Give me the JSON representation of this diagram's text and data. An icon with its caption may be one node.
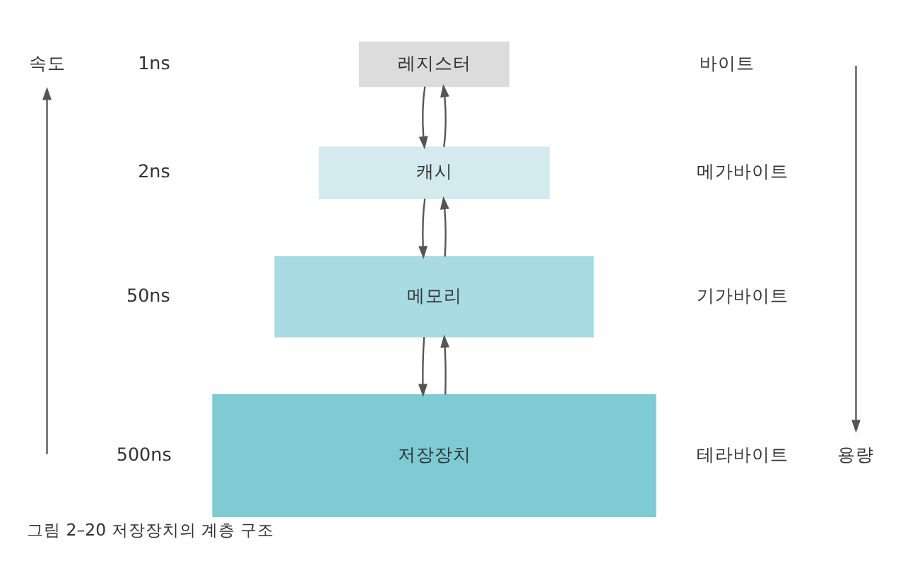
{
  "diagram": {
    "caption": "그림 2–20 저장장치의 계층 구조",
    "nodes": [
      {
        "text": [
          "레지스터"
        ]
      },
      {
        "text": [
          "캐시"
        ]
      },
      {
        "text": [
          "메모리"
        ]
      },
      {
        "text": [
          "저장장치"
        ]
      }
    ],
    "edges": [
      {
        "from": 0,
        "to": 1,
        "arrow": "to"
      },
      {
        "from": 1,
        "to": 0,
        "arrow": "to"
      },
      {
        "from": 1,
        "to": 2,
        "arrow": "to"
      },
      {
        "from": 2,
        "to": 1,
        "arrow": "to"
      },
      {
        "from": 2,
        "to": 3,
        "arrow": "to"
      },
      {
        "from": 3,
        "to": 2,
        "arrow": "to"
      }
    ],
    "labels": [
      "속도",
      "1ns",
      "바이트",
      "2ns",
      "메가바이트",
      "50ns",
      "기가바이트",
      "500ns",
      "테라바이트",
      "용량"
    ]
  }
}
